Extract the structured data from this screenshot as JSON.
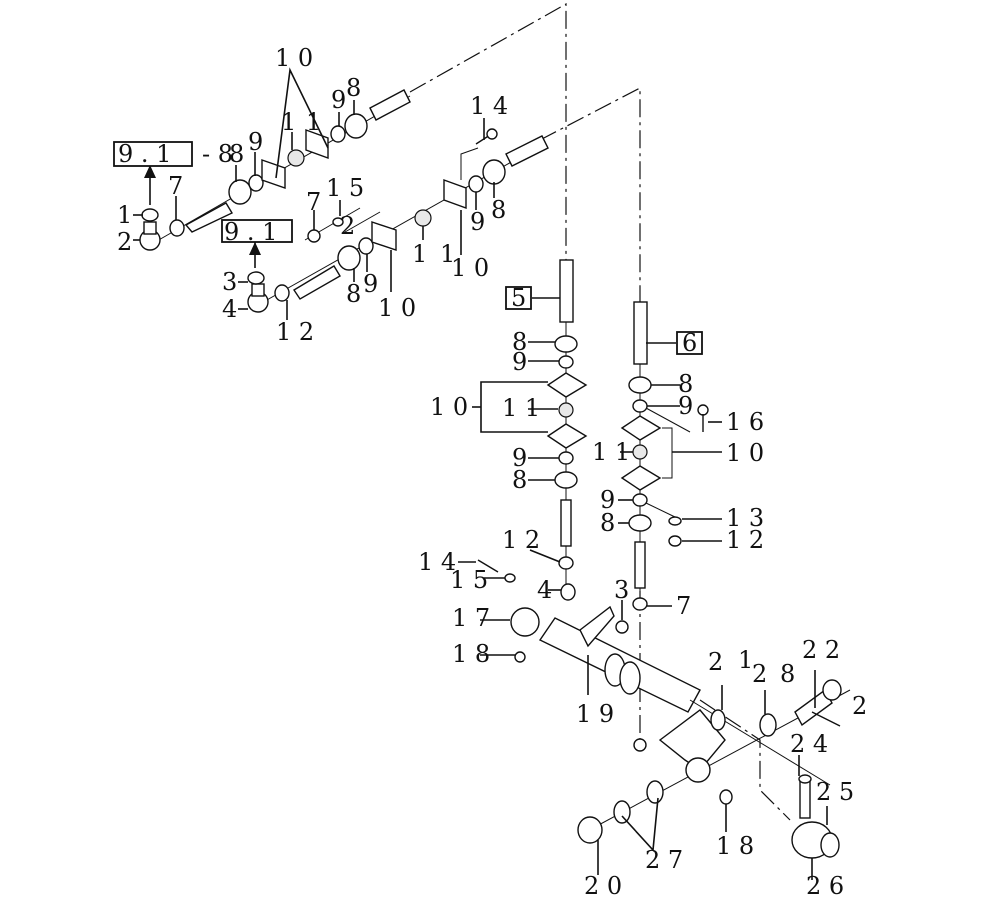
{
  "diagram": {
    "title": "Exploded parts diagram - linkage assembly",
    "reference_boxes": [
      {
        "id": "ref-9-1a",
        "text": "9 . 1"
      },
      {
        "id": "ref-9-1b",
        "text": "9 . 1"
      },
      {
        "id": "ref-5",
        "text": "5"
      },
      {
        "id": "ref-6",
        "text": "6"
      }
    ],
    "range_note": "- 8",
    "callouts": [
      {
        "id": "c1",
        "text": "1"
      },
      {
        "id": "c2",
        "text": "2"
      },
      {
        "id": "c3",
        "text": "3"
      },
      {
        "id": "c4",
        "text": "4"
      },
      {
        "id": "c7a",
        "text": "7"
      },
      {
        "id": "c8a",
        "text": "8"
      },
      {
        "id": "c9a",
        "text": "9"
      },
      {
        "id": "c10a",
        "text": "1 0"
      },
      {
        "id": "c11a",
        "text": "1"
      },
      {
        "id": "c11b",
        "text": "1"
      },
      {
        "id": "c9b",
        "text": "9"
      },
      {
        "id": "c8b",
        "text": "8"
      },
      {
        "id": "c14a",
        "text": "1 4"
      },
      {
        "id": "c7b",
        "text": "7"
      },
      {
        "id": "c15a",
        "text": "1 5"
      },
      {
        "id": "c2b",
        "text": "2"
      },
      {
        "id": "c8c",
        "text": "8"
      },
      {
        "id": "c9c",
        "text": "9"
      },
      {
        "id": "c10b",
        "text": "1 0"
      },
      {
        "id": "c11c",
        "text": "1"
      },
      {
        "id": "c11d",
        "text": "1"
      },
      {
        "id": "c10c",
        "text": "1 0"
      },
      {
        "id": "c9d",
        "text": "9"
      },
      {
        "id": "c8d",
        "text": "8"
      },
      {
        "id": "c12a",
        "text": "1 2"
      },
      {
        "id": "c8e",
        "text": "8"
      },
      {
        "id": "c9e",
        "text": "9"
      },
      {
        "id": "c10d",
        "text": "1 0"
      },
      {
        "id": "c11e",
        "text": "1 1"
      },
      {
        "id": "c9f",
        "text": "9"
      },
      {
        "id": "c8f",
        "text": "8"
      },
      {
        "id": "c12b",
        "text": "1 2"
      },
      {
        "id": "c8g",
        "text": "8"
      },
      {
        "id": "c9g",
        "text": "9"
      },
      {
        "id": "c16",
        "text": "1 6"
      },
      {
        "id": "c11f",
        "text": "1 1"
      },
      {
        "id": "c10e",
        "text": "1 0"
      },
      {
        "id": "c9h",
        "text": "9"
      },
      {
        "id": "c8h",
        "text": "8"
      },
      {
        "id": "c13",
        "text": "1 3"
      },
      {
        "id": "c12c",
        "text": "1 2"
      },
      {
        "id": "c14b",
        "text": "1 4"
      },
      {
        "id": "c15b",
        "text": "1 5"
      },
      {
        "id": "c4b",
        "text": "4"
      },
      {
        "id": "c3b",
        "text": "3"
      },
      {
        "id": "c7c",
        "text": "7"
      },
      {
        "id": "c17",
        "text": "1 7"
      },
      {
        "id": "c18a",
        "text": "1 8"
      },
      {
        "id": "c19",
        "text": "1 9"
      },
      {
        "id": "c21a",
        "text": "2"
      },
      {
        "id": "c21b",
        "text": "1"
      },
      {
        "id": "c28a",
        "text": "2"
      },
      {
        "id": "c28b",
        "text": "8"
      },
      {
        "id": "c22",
        "text": "2 2"
      },
      {
        "id": "c23a",
        "text": "2"
      },
      {
        "id": "c24",
        "text": "2 4"
      },
      {
        "id": "c25",
        "text": "2 5"
      },
      {
        "id": "c18b",
        "text": "1 8"
      },
      {
        "id": "c27",
        "text": "2 7"
      },
      {
        "id": "c20",
        "text": "2 0"
      },
      {
        "id": "c26",
        "text": "2 6"
      }
    ]
  }
}
